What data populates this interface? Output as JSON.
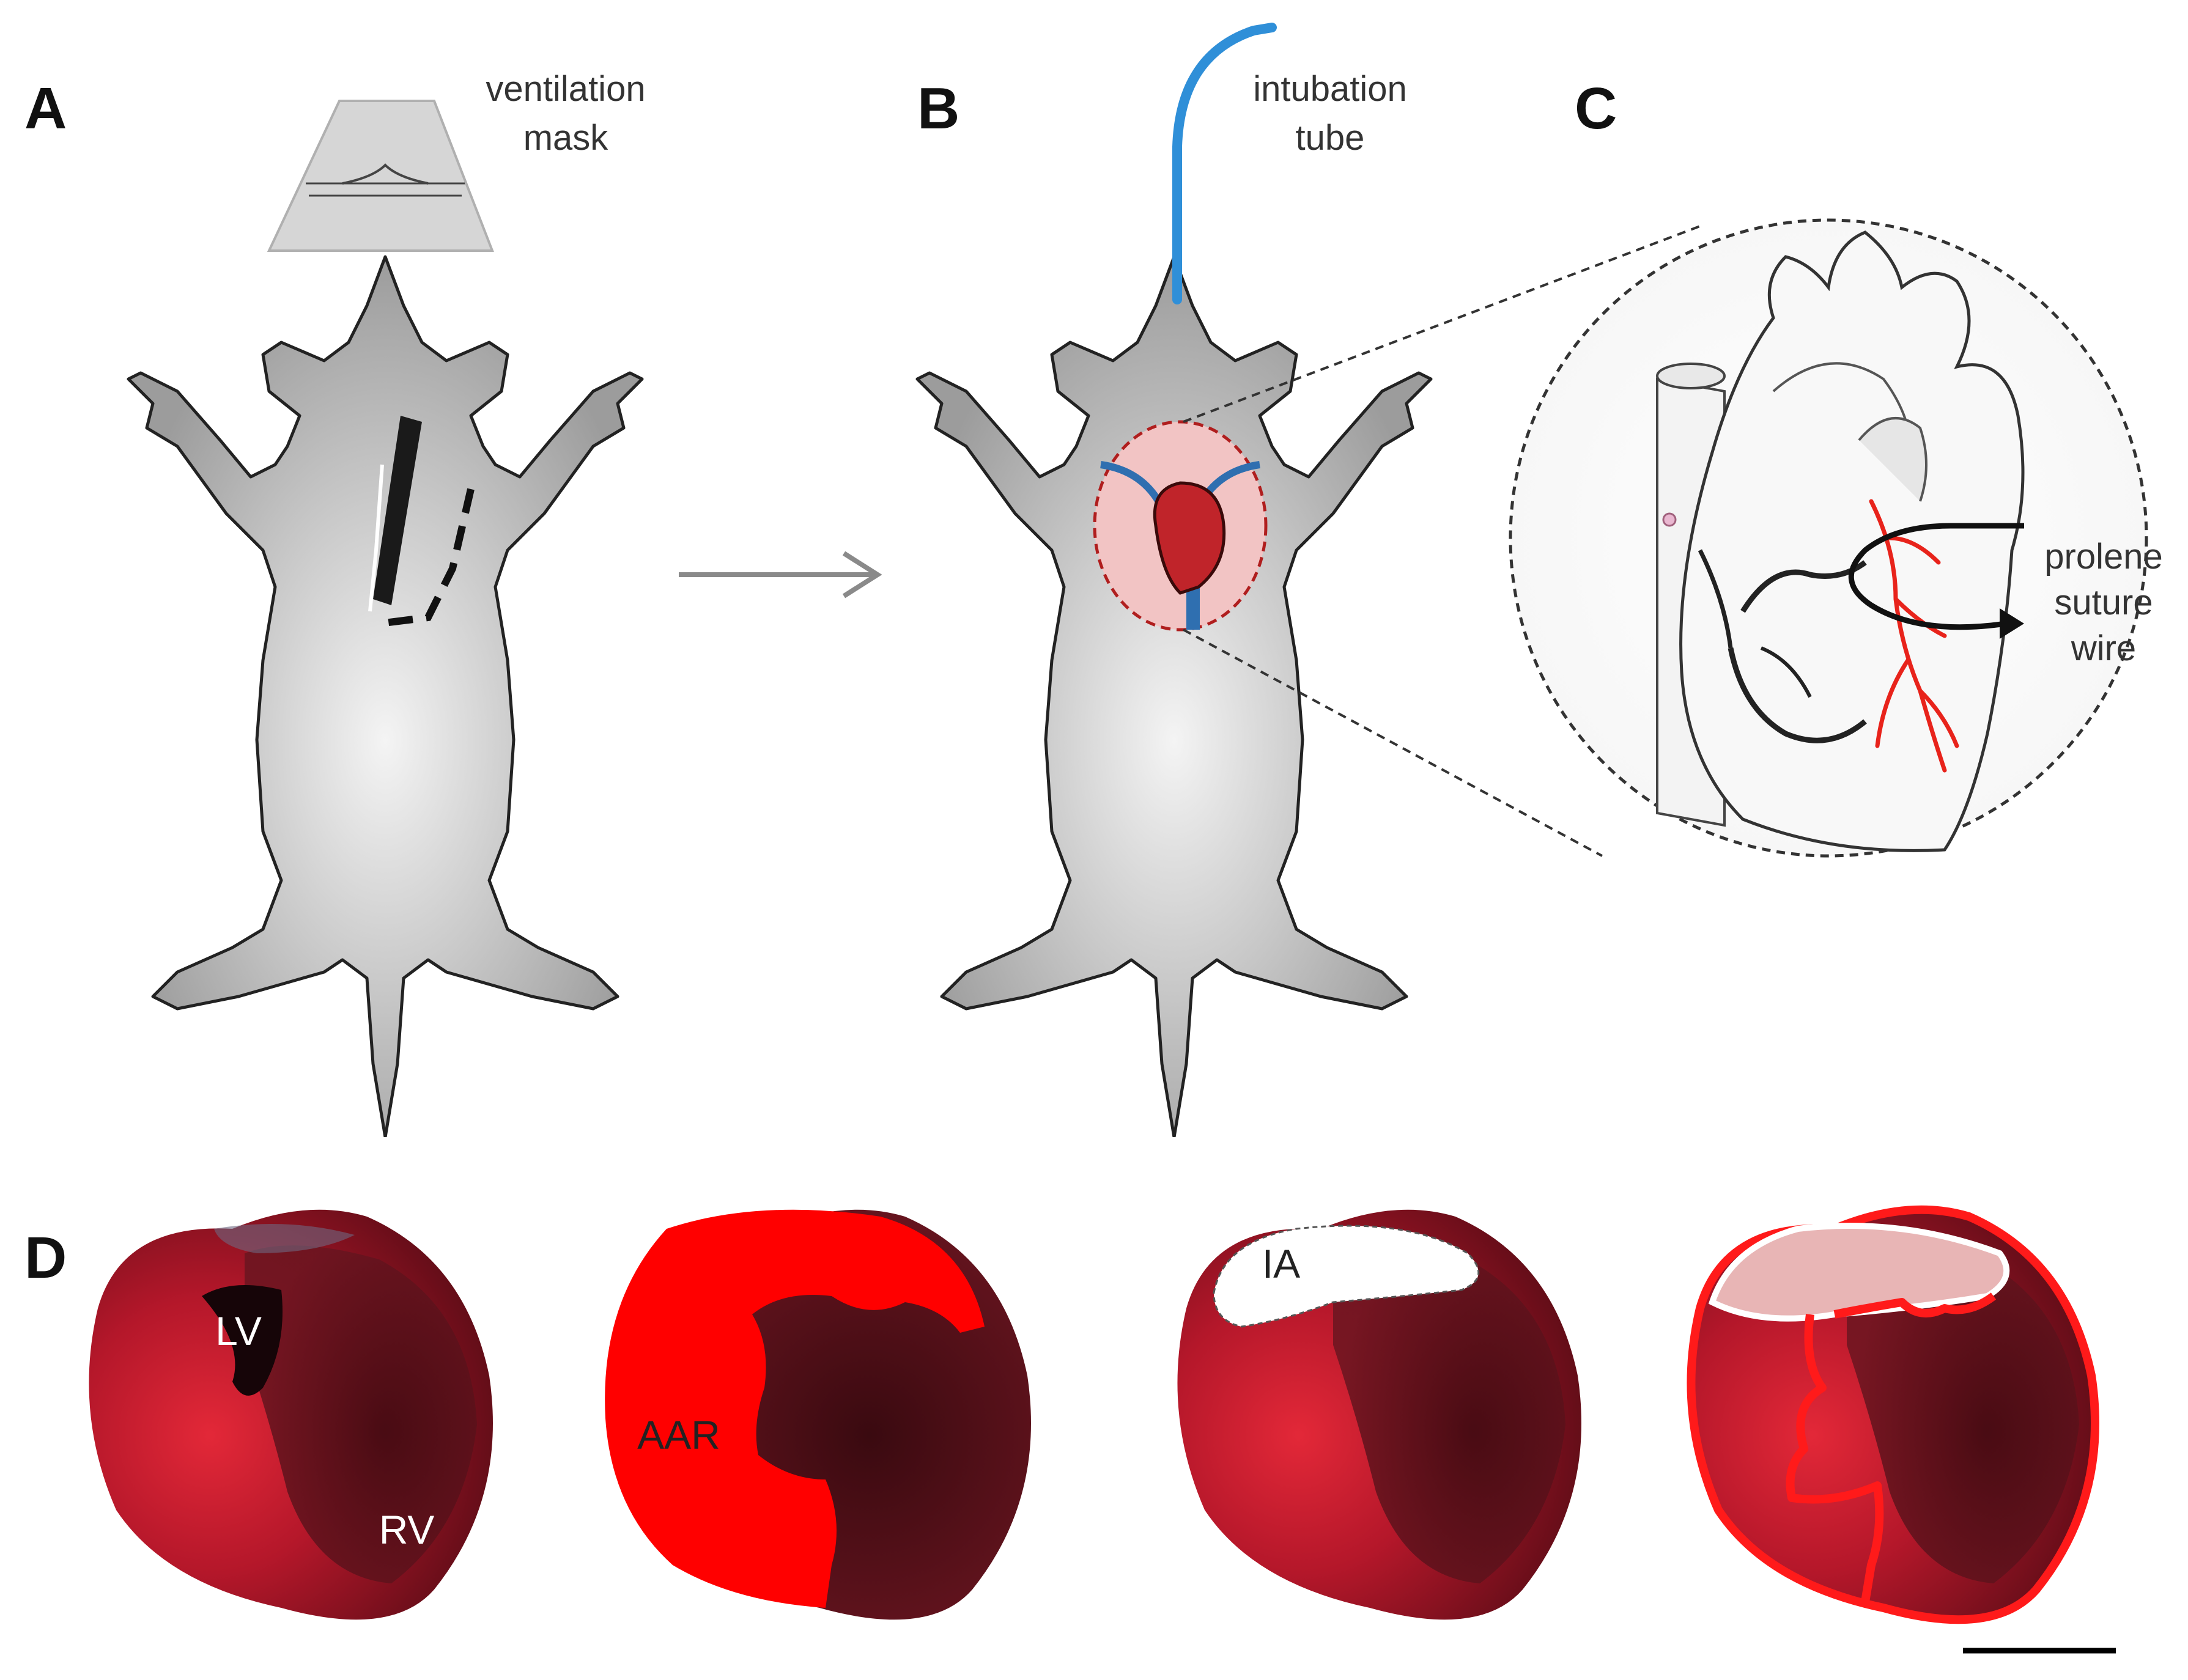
{
  "panels": {
    "a": {
      "letter": "A",
      "mask_label_line1": "ventilation",
      "mask_label_line2": "mask"
    },
    "b": {
      "letter": "B",
      "tube_label_line1": "intubation",
      "tube_label_line2": "tube"
    },
    "c": {
      "letter": "C",
      "suture_label_line1": "prolene",
      "suture_label_line2": "suture",
      "suture_label_line3": "wire"
    },
    "d": {
      "letter": "D",
      "lv_label": "LV",
      "rv_label": "RV",
      "aar_label": "AAR",
      "ia_label": "IA"
    }
  },
  "colors": {
    "body_fill": "#a9a9a9",
    "tube": "#2f8fd8",
    "artery": "#e8231b",
    "heart_tissue": "#c0182a",
    "area_at_risk_overlay": "#ff0000"
  },
  "icons": {
    "arrow": "right-arrow-icon",
    "scissors": "scissors-icon"
  }
}
